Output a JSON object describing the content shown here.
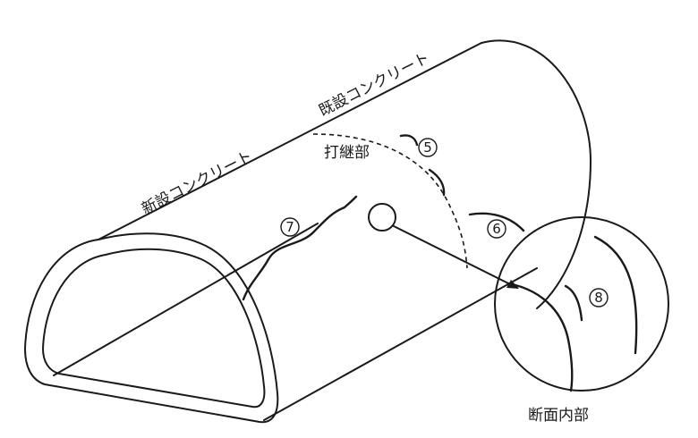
{
  "labels": {
    "new_concrete": "新設コンクリート",
    "existing_concrete": "既設コンクリート",
    "construction_joint": "打継部",
    "section_interior": "断面内部"
  },
  "markers": {
    "m5": "5",
    "m6": "6",
    "m7": "7",
    "m8": "8"
  }
}
